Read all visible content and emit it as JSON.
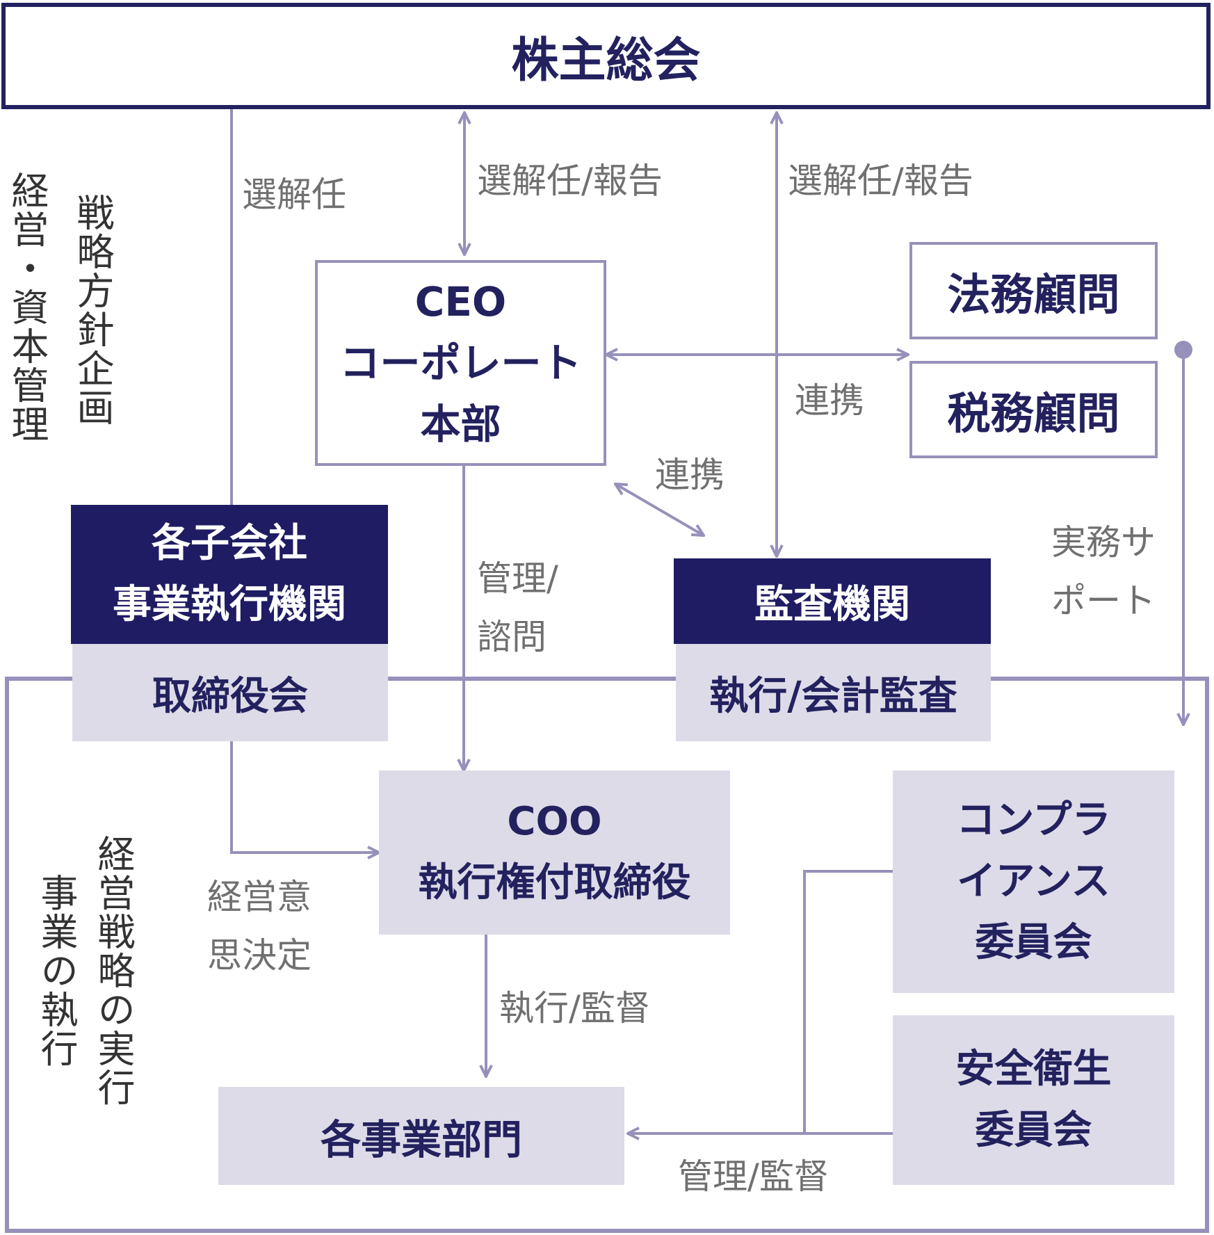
{
  "shareholders": "株主総会",
  "ceo": {
    "line1": "CEO",
    "line2": "コーポレート",
    "line3": "本部"
  },
  "legal": "法務顧問",
  "tax": "税務顧問",
  "subsidiaries": {
    "line1": "各子会社",
    "line2": "事業執行機関",
    "sub": "取締役会"
  },
  "audit": {
    "title": "監査機関",
    "sub": "執行/会計監査"
  },
  "coo": {
    "line1": "COO",
    "line2": "執行権付取締役"
  },
  "compliance": {
    "line1": "コンプラ",
    "line2": "イアンス",
    "line3": "委員会"
  },
  "safety": {
    "line1": "安全衛生",
    "line2": "委員会"
  },
  "divisions": "各事業部門",
  "side_labels": {
    "mgmt": "経営・資本管理",
    "strategy": "戦略方針企画",
    "exec_business": "事業の執行",
    "exec_strategy": "経営戦略の実行"
  },
  "edge_labels": {
    "appoint": "選解任",
    "appoint_report_1": "選解任/報告",
    "appoint_report_2": "選解任/報告",
    "cooperate_1": "連携",
    "cooperate_2": "連携",
    "support_1": "実務サ",
    "support_2": "ポート",
    "manage_inquiry_1": "管理/",
    "manage_inquiry_2": "諮問",
    "decision_1": "経営意",
    "decision_2": "思決定",
    "exec_supervise": "執行/監督",
    "manage_supervise": "管理/監督"
  },
  "colors": {
    "navy": "#1f1c63",
    "lavender": "#9691ba",
    "lavender_fill": "#dddbe8"
  }
}
